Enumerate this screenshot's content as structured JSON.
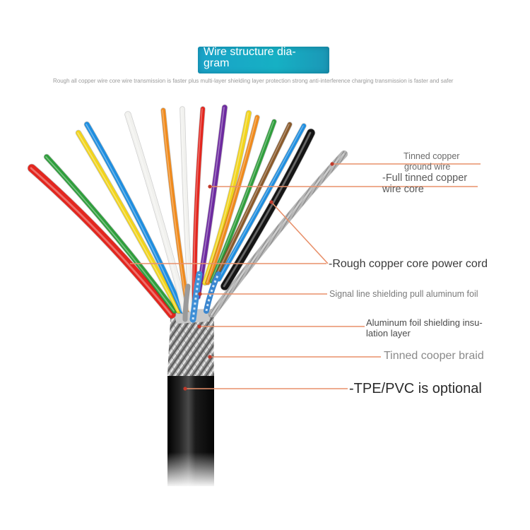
{
  "title": "Wire structure diagram",
  "title_lines": [
    "Wire structure dia-",
    "gram"
  ],
  "subtitle": "Rough all copper wire core wire transmission is faster plus multi-layer shielding layer protection strong anti-interference charging transmission is faster and safer",
  "labels": {
    "tinned_ground": [
      "Tinned copper",
      "ground wire"
    ],
    "full_tinned": [
      "-Full tinned copper",
      "wire core"
    ],
    "power_cord": "-Rough copper core power cord",
    "signal_foil": "Signal line shielding pull aluminum foil",
    "foil_insulation": [
      "Aluminum foil shielding insu-",
      "lation layer"
    ],
    "braid": "Tinned cooper braid",
    "jacket": "-TPE/PVC is optional"
  },
  "colors": {
    "title_box": "#1aa3c8",
    "pointer_line": "#e8906a",
    "pointer_dot": "#c0392b",
    "jacket": "#111111"
  },
  "wire_colors": [
    "red",
    "green",
    "yellow",
    "blue",
    "white",
    "orange",
    "white",
    "red",
    "purple",
    "yellow",
    "orange",
    "green",
    "brown",
    "blue",
    "black",
    "tinned"
  ]
}
